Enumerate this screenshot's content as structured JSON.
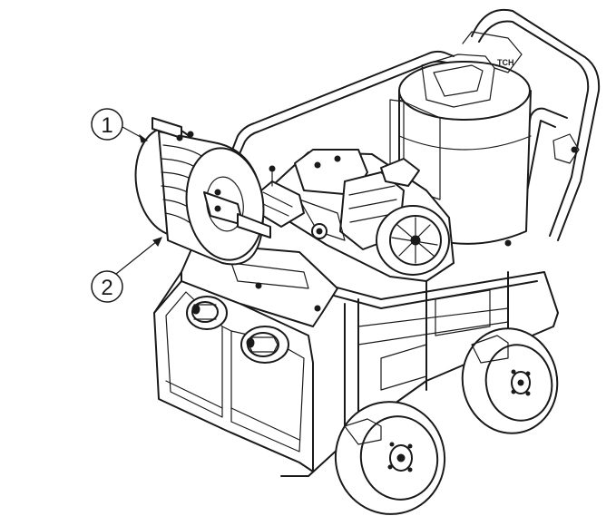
{
  "figure": {
    "callouts": [
      {
        "number": "1",
        "part": "hose-reel"
      },
      {
        "number": "2",
        "part": "hose-reel-crank"
      }
    ],
    "tank_label": "TCH"
  },
  "colors": {
    "ink": "#1a1a1a",
    "paper": "#ffffff",
    "shade": "#d9d9d9"
  }
}
